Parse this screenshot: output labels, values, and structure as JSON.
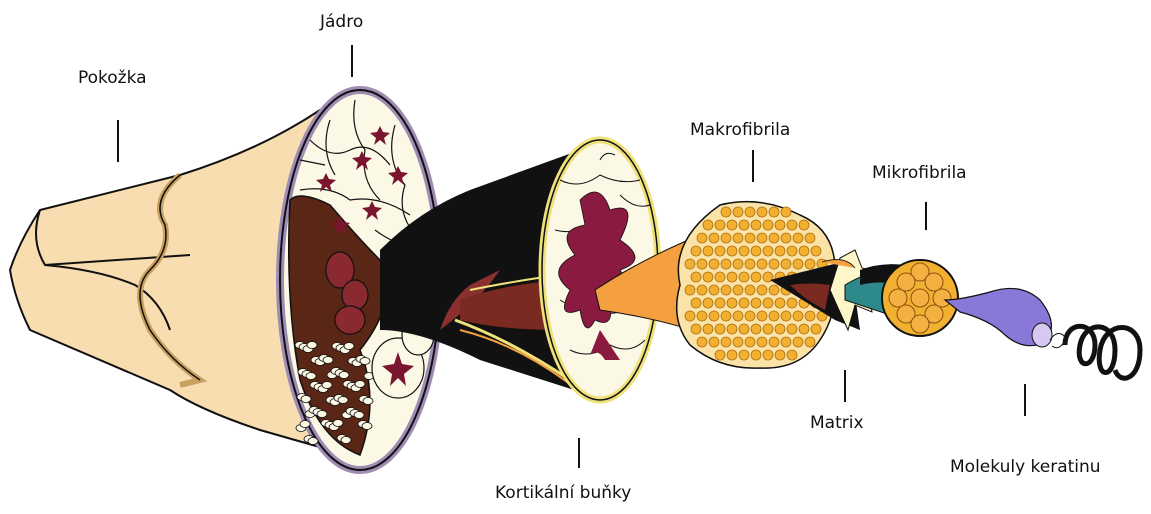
{
  "labels": {
    "jadro": "Jádro",
    "pokozka": "Pokožka",
    "makrofibrila": "Makrofibrila",
    "mikrofibrila": "Mikrofibrila",
    "matrix": "Matrix",
    "kortikalni": "Kortikální buňky",
    "molekuly": "Molekuly keratinu"
  },
  "colors": {
    "cuticle": "#f7ddb0",
    "cuticle_edge": "#c9a060",
    "outline": "#111111",
    "cortex_cell": "#fcf8e6",
    "cell_nucleus": "#7a1530",
    "medulla_brown": "#5a2615",
    "rim_purple": "#9e8cb4",
    "yellow_rim": "#efe27a",
    "orange": "#f4a040",
    "orange_dot": "#f2b030",
    "teal": "#2e8a8a",
    "violet": "#8a78d8"
  }
}
